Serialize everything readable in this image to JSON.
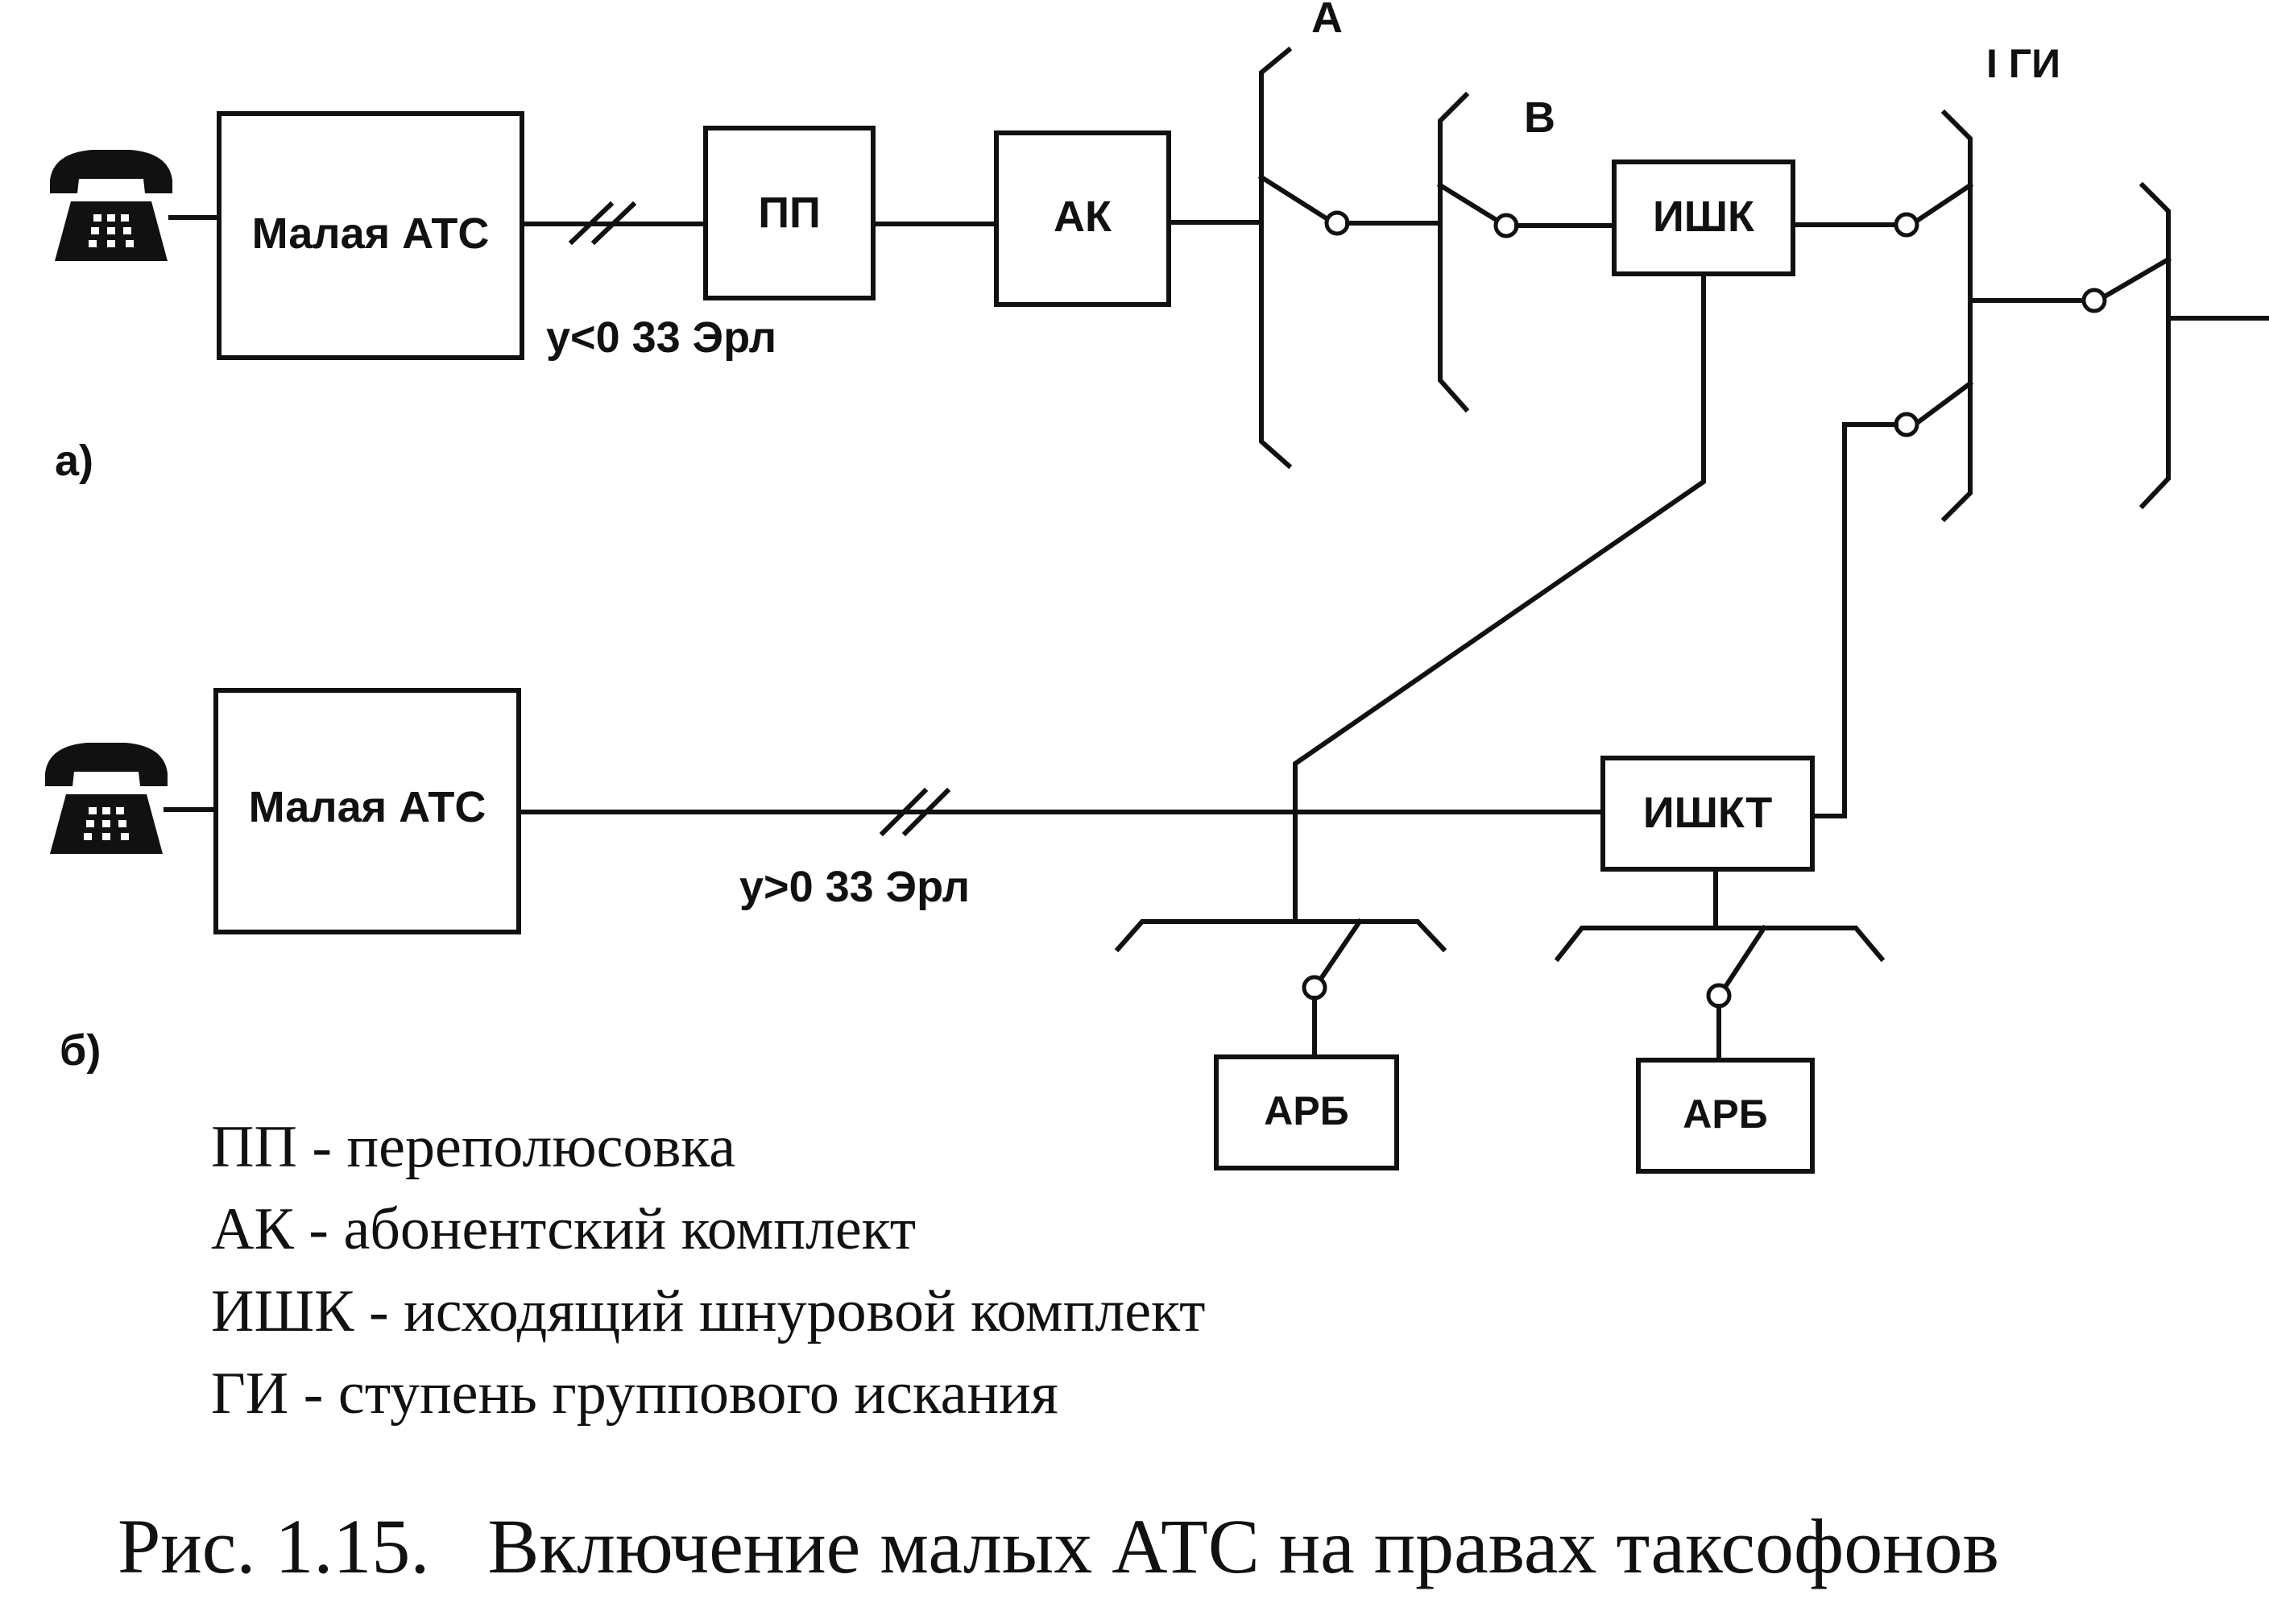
{
  "circuit_a": {
    "marker": "а)",
    "small_exchange": "Малая АТС",
    "load": "y<0 33 Эрл",
    "pp": "ПП",
    "ak": "АК",
    "stage_a": "А",
    "stage_b": "В",
    "ishk": "ИШК",
    "stage_gi": "I ГИ"
  },
  "circuit_b": {
    "marker": "б)",
    "small_exchange": "Малая АТС",
    "load": "y>0 33 Эрл",
    "ishkt": "ИШКТ",
    "arb_1": "АРБ",
    "arb_2": "АРБ"
  },
  "legend": [
    "ПП - переполюсовка",
    "АК - абонентский комплект",
    "ИШК - исходящий шнуровой комплект",
    "ГИ - ступень группового искания"
  ],
  "caption": "Рис. 1.15.   Включение малых АТС на правах таксофонов"
}
